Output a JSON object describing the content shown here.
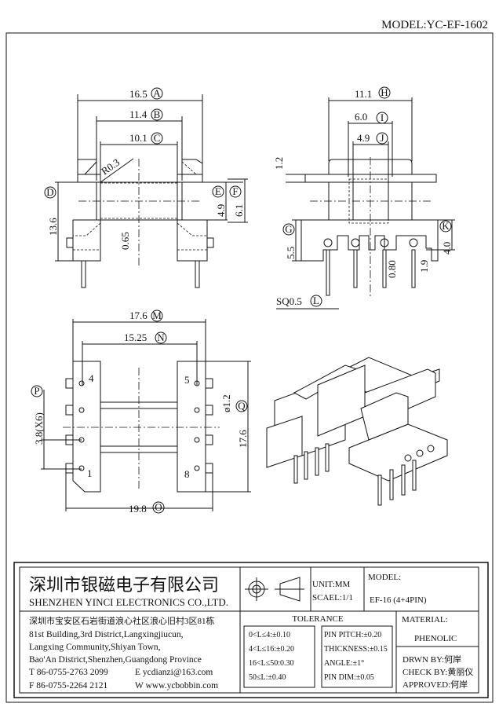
{
  "model_header": "MODEL:YC-EF-1602",
  "watermark": "深圳市银磁电子有限公司",
  "front_view": {
    "A": "16.5",
    "B": "11.4",
    "C": "10.1",
    "radius": "R0.3",
    "D": "13.6",
    "E": "4.9",
    "F": "6.1",
    "gap": "0.65",
    "labels": {
      "A": "A",
      "B": "B",
      "C": "C",
      "D": "D",
      "E": "E",
      "F": "F"
    }
  },
  "side_view": {
    "H": "11.1",
    "I": "6.0",
    "J": "4.9",
    "flange": "1.2",
    "G": "5.5",
    "K": "4.0",
    "pin_gap": "0.80",
    "pin_h": "1.9",
    "L": "SQ0.5",
    "labels": {
      "H": "H",
      "I": "I",
      "J": "J",
      "G": "G",
      "K": "K",
      "L": "L"
    }
  },
  "bottom_view": {
    "M": "17.6",
    "N": "15.25",
    "O": "19.8",
    "P": "3.8(X6)",
    "Q": "17.6",
    "hole": "ø1.2",
    "pins": [
      "4",
      "5",
      "1",
      "8"
    ],
    "labels": {
      "M": "M",
      "N": "N",
      "O": "O",
      "P": "P",
      "Q": "Q"
    }
  },
  "title_block": {
    "company_cn": "深圳市银磁电子有限公司",
    "company_en": "SHENZHEN YINCI ELECTRONICS CO.,LTD.",
    "unit": "UNIT:MM",
    "scale": "SCAEL:1/1",
    "model_label": "MODEL:",
    "model_value": "EF-16 (4+4PIN)",
    "address": [
      "深圳市宝安区石岩街道浪心社区浪心旧村3区81栋",
      "81st Building,3rd District,Langxingjiucun,",
      "Langxing Community,Shiyan Town,",
      "Bao'An District,Shenzhen,Guangdong Province"
    ],
    "phone": "T 86-0755-2763 2099",
    "email": "E ycdianzi@163.com",
    "fax": "F 86-0755-2264 2121",
    "web": "W www.ycbobbin.com",
    "tolerance_title": "TOLERANCE",
    "tolerance_left": [
      "0<L≤4:±0.10",
      "4<L≤16:±0.20",
      "16<L≤50:0.30",
      "50≤L:±0.40"
    ],
    "tolerance_right": [
      "PIN PITCH:±0.20",
      "THICKNESS:±0.15",
      "ANGLE:±1°",
      "PIN DIM:±0.05"
    ],
    "material_label": "MATERIAL:",
    "material_value": "PHENOLIC",
    "drawn_by": "DRWN BY:何岸",
    "check_by": "CHECK BY:黄丽仪",
    "approved": "APPROVED:何岸"
  }
}
